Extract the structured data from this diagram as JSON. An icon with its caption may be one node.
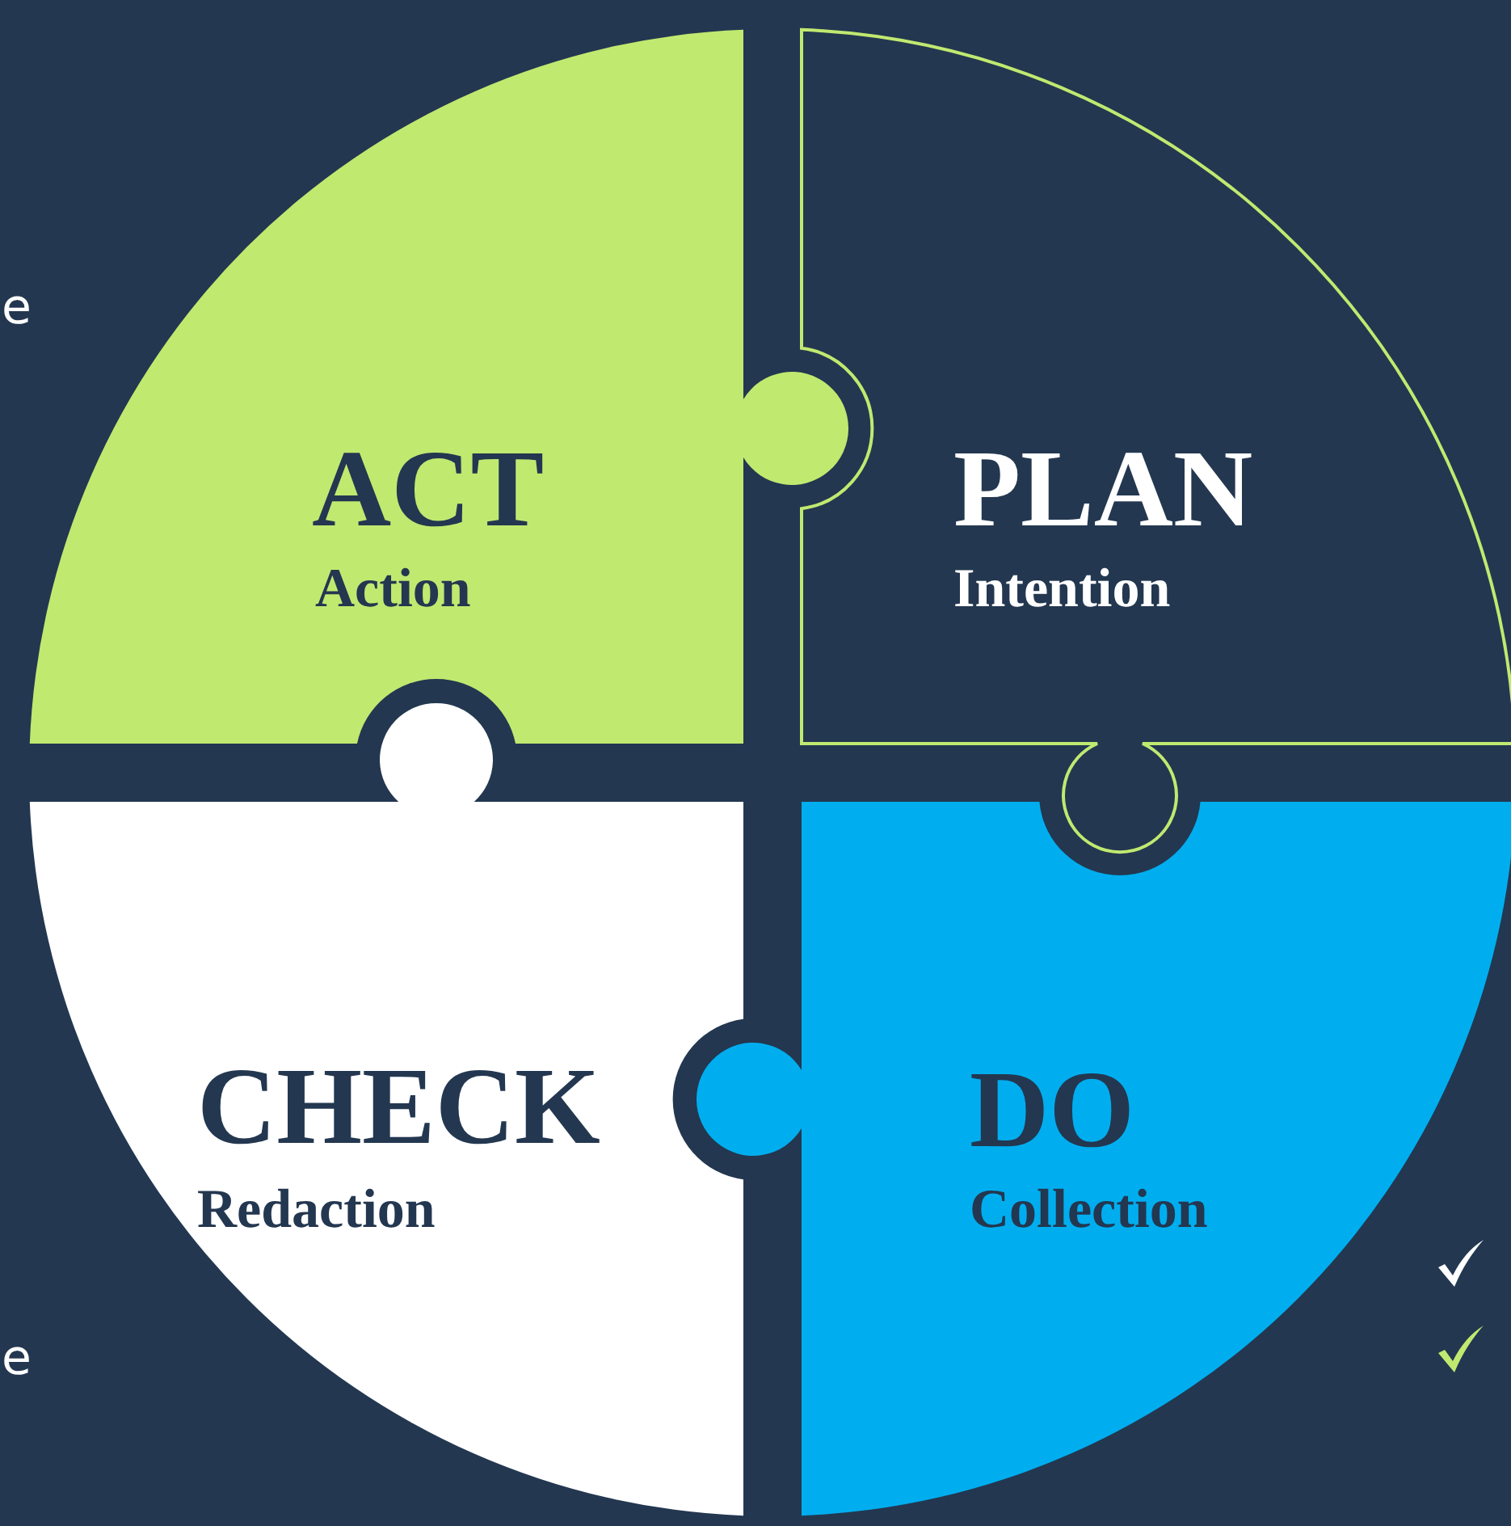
{
  "diagram": {
    "nodes": [
      {
        "text": [
          "ACT",
          "Action"
        ]
      },
      {
        "text": [
          "PLAN",
          "Intention"
        ]
      },
      {
        "text": [
          "CHECK",
          "Redaction"
        ]
      },
      {
        "text": [
          "DO",
          "Collection"
        ]
      }
    ],
    "labels": [
      "e",
      "e"
    ]
  }
}
